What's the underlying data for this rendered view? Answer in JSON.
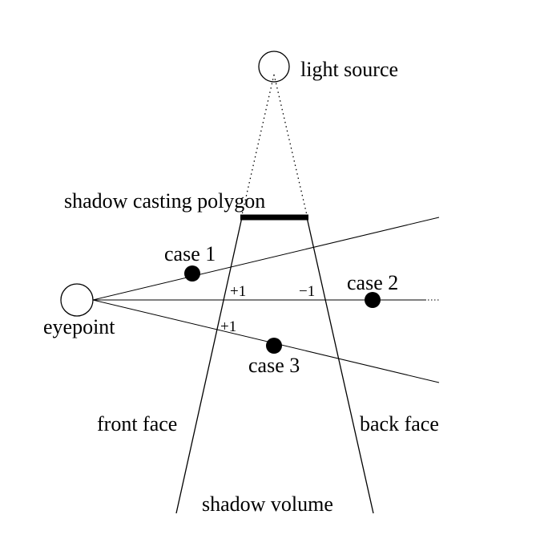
{
  "colors": {
    "ink": "#000000",
    "background": "#ffffff"
  },
  "labels": {
    "light_source": "light source",
    "shadow_casting_polygon": "shadow casting polygon",
    "case_1": "case 1",
    "case_2": "case 2",
    "case_3": "case 3",
    "eyepoint": "eyepoint",
    "front_face": "front face",
    "back_face": "back face",
    "shadow_volume": "shadow volume",
    "count_plus_1_upper": "+1",
    "count_minus_1": "−1",
    "count_plus_1_lower": "+1"
  }
}
